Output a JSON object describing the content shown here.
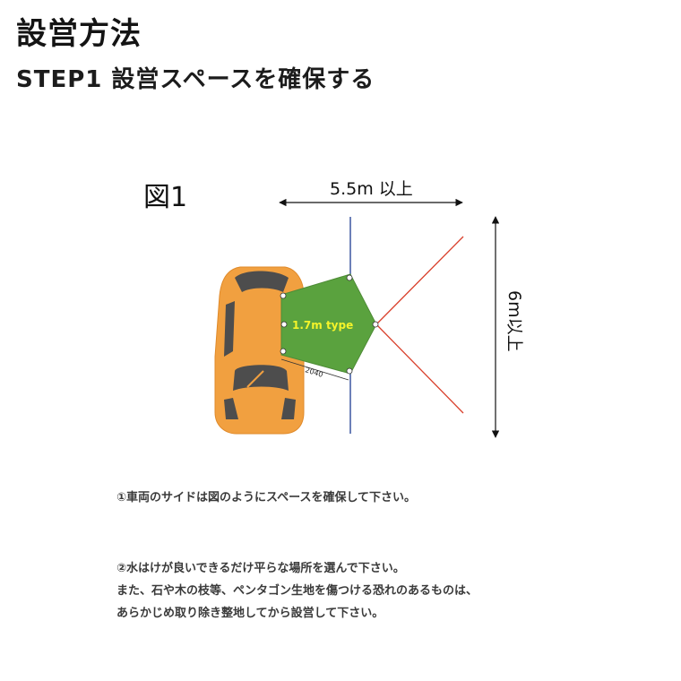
{
  "header": {
    "title": "設営方法",
    "subtitle": "STEP1 設営スペースを確保する"
  },
  "figure": {
    "label": "図1",
    "width_dimension": "5.5m 以上",
    "height_dimension": "6m以上",
    "tent_type": "1.7m type",
    "offset_dimension": "2040",
    "colors": {
      "car_body": "#f1a040",
      "car_window": "#4d4d4d",
      "tent": "#5aa23e",
      "guy_line": "#d9402c",
      "reference_line": "#3c57a0"
    }
  },
  "notes": {
    "note1": "①車両のサイドは図のようにスペースを確保して下さい。",
    "note2_line1": "②水はけが良いできるだけ平らな場所を選んで下さい。",
    "note2_line2": "また、石や木の枝等、ペンタゴン生地を傷つける恐れのあるものは、",
    "note2_line3": "あらかじめ取り除き整地してから設営して下さい。"
  }
}
